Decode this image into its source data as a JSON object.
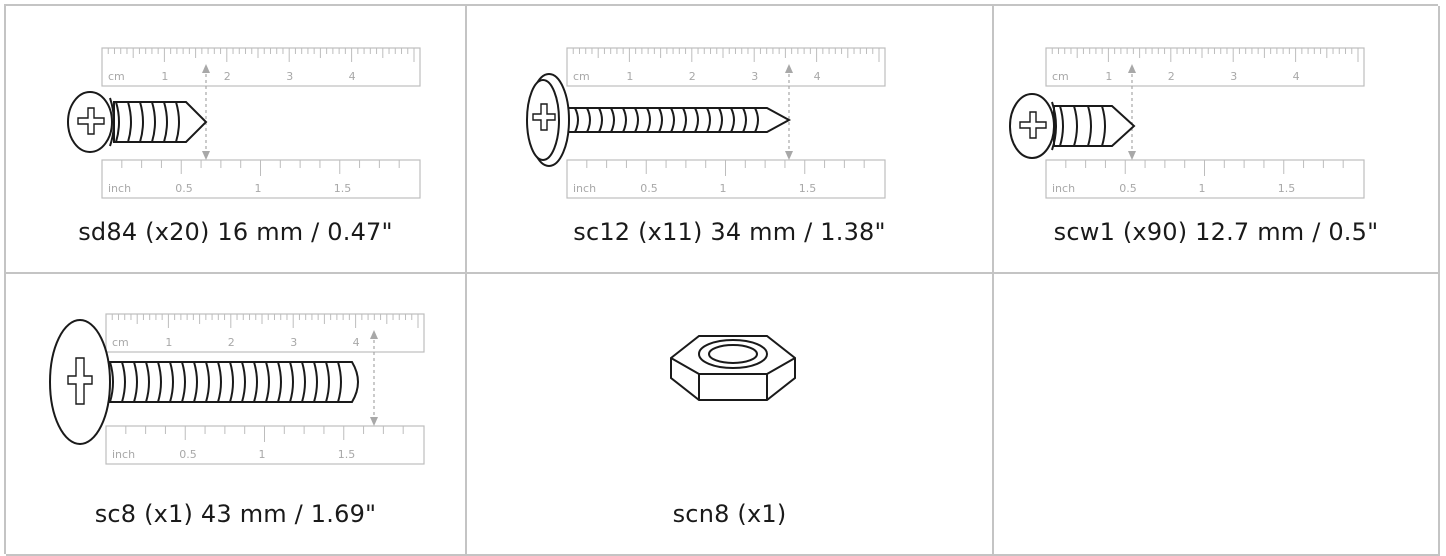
{
  "parts": [
    {
      "code": "sd84",
      "caption": "sd84 (x20) 16 mm / 0.47\""
    },
    {
      "code": "sc12",
      "caption": "sc12 (x11) 34 mm / 1.38\""
    },
    {
      "code": "scw1",
      "caption": "scw1 (x90) 12.7 mm / 0.5\""
    },
    {
      "code": "sc8",
      "caption": "sc8 (x1) 43 mm / 1.69\""
    },
    {
      "code": "scn8",
      "caption": "scn8 (x1)"
    }
  ],
  "ruler": {
    "cm_label": "cm",
    "cm_ticks": [
      "1",
      "2",
      "3",
      "4"
    ],
    "inch_label": "inch",
    "inch_ticks": [
      "0.5",
      "1",
      "1.5"
    ]
  }
}
